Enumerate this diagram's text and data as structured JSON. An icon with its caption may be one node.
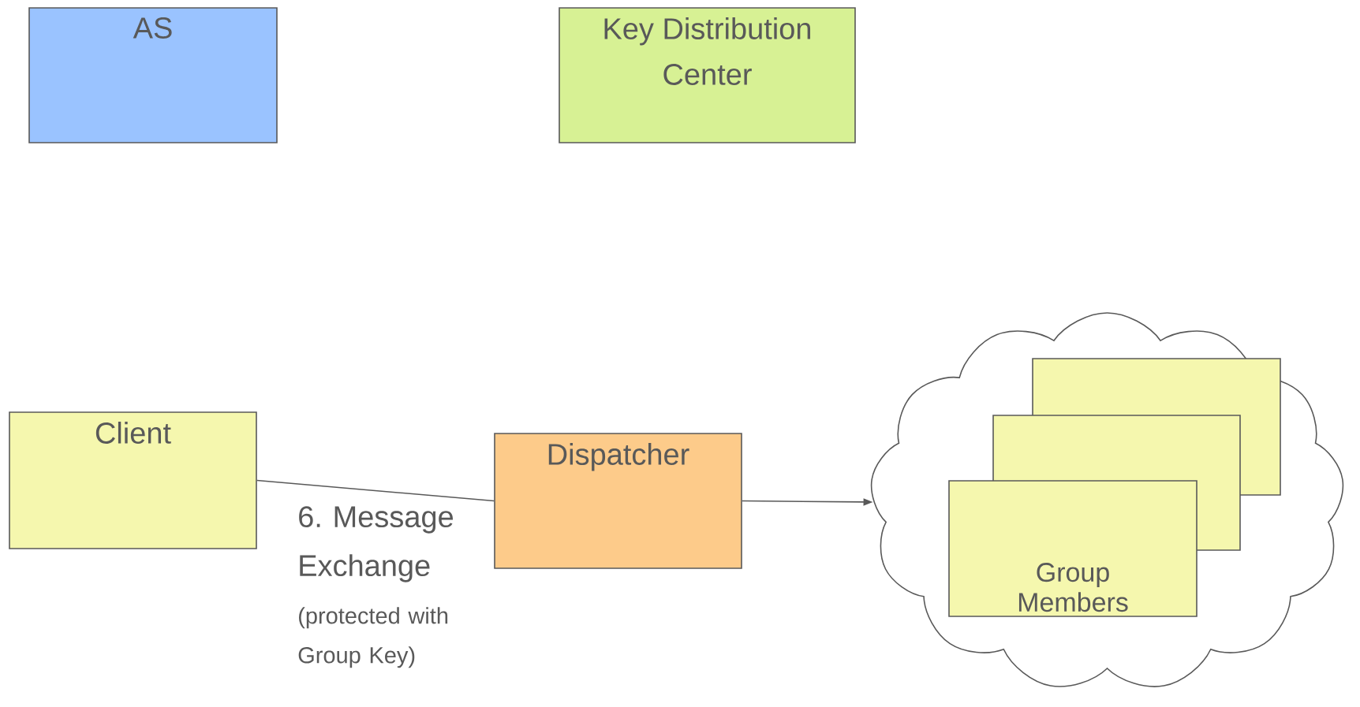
{
  "diagram": {
    "nodes": [
      {
        "text": [
          "AS"
        ]
      },
      {
        "text": [
          "Key Distribution Center"
        ]
      },
      {
        "text": [
          "Client"
        ]
      },
      {
        "text": [
          "Dispatcher"
        ]
      },
      {
        "text": [],
        "shape": "cloud"
      },
      {
        "text": [],
        "shape": "box",
        "in": 4
      },
      {
        "text": [],
        "shape": "box",
        "in": 4
      },
      {
        "text": [
          "Group Members"
        ],
        "in": 4
      }
    ],
    "edges": [
      {
        "from": 2,
        "to": 3,
        "arrow": "none",
        "label": "6. Message Exchange"
      },
      {
        "from": 3,
        "to": 4,
        "arrow": "to"
      }
    ],
    "labels": [
      "(protected with Group Key)"
    ]
  }
}
